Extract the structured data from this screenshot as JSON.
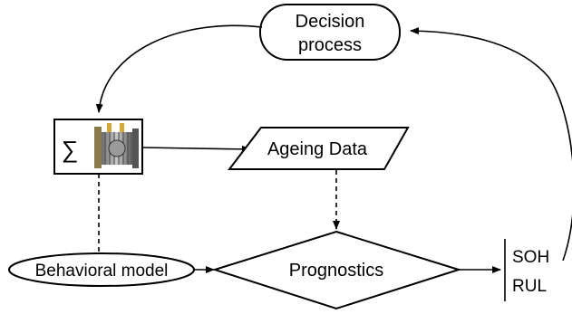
{
  "nodes": {
    "decision": {
      "line1": "Decision",
      "line2": "process"
    },
    "sum_symbol": "∑",
    "ageing_data": "Ageing Data",
    "behavioral_model": "Behavioral model",
    "prognostics": "Prognostics",
    "outputs": {
      "soh": "SOH",
      "rul": "RUL"
    }
  },
  "icons": {
    "fuel_cell": "fuel-cell-stack-icon"
  },
  "colors": {
    "stroke": "#000000",
    "background": "#ffffff"
  }
}
